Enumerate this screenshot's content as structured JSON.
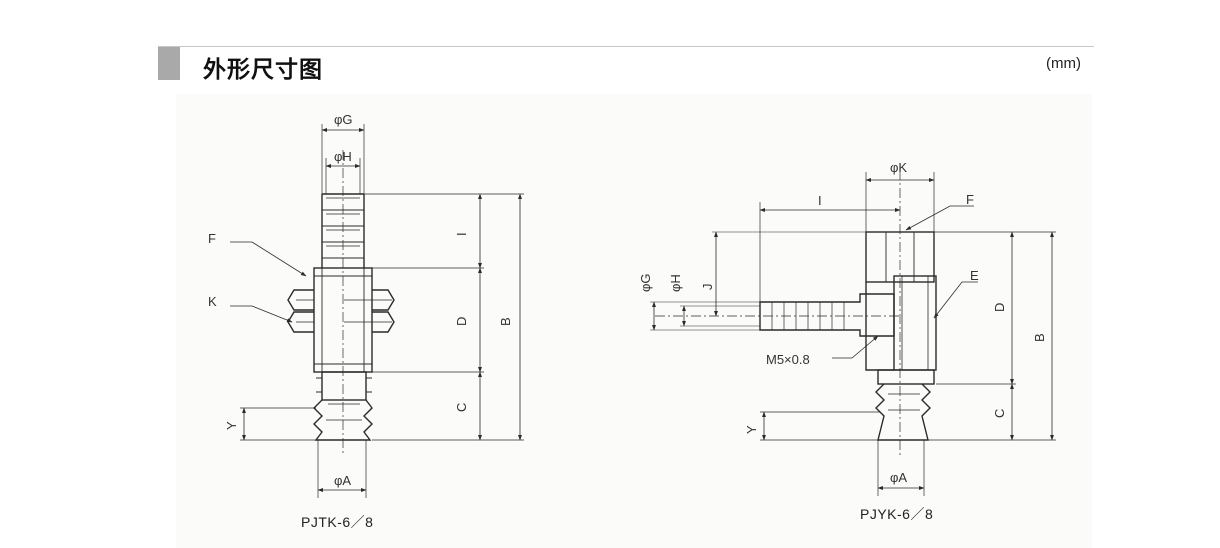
{
  "header": {
    "title": "外形尺寸图",
    "unit": "(mm)"
  },
  "left_figure": {
    "caption": "PJTK-6／8",
    "labels": {
      "phi_g": "φG",
      "phi_h": "φH",
      "phi_a": "φA",
      "f": "F",
      "k": "K",
      "i": "I",
      "d": "D",
      "b": "B",
      "c": "C",
      "y": "Y"
    }
  },
  "right_figure": {
    "caption": "PJYK-6／8",
    "labels": {
      "phi_k": "φK",
      "phi_g": "φG",
      "phi_h": "φH",
      "phi_a": "φA",
      "f": "F",
      "e": "E",
      "i": "I",
      "j": "J",
      "d": "D",
      "b": "B",
      "c": "C",
      "y": "Y",
      "thread": "M5×0.8"
    }
  },
  "colors": {
    "line": "#2b2b2b",
    "header_marker": "#a9a9a9",
    "panel": "#fbfbfa"
  }
}
